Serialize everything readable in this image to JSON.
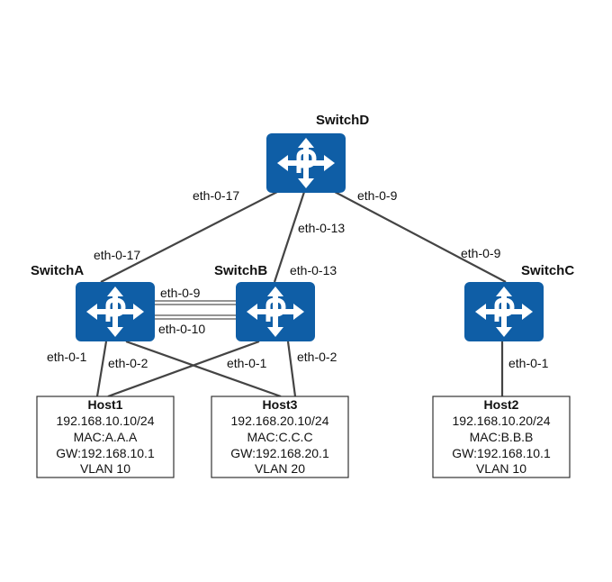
{
  "colors": {
    "switch_fill": "#0f5ea6",
    "switch_arrow": "#ffffff",
    "link": "#444444"
  },
  "switches": {
    "d": {
      "label": "SwitchD",
      "icon": "switch-router-icon"
    },
    "a": {
      "label": "SwitchA",
      "icon": "switch-router-icon"
    },
    "b": {
      "label": "SwitchB",
      "icon": "switch-router-icon"
    },
    "c": {
      "label": "SwitchC",
      "icon": "switch-router-icon"
    }
  },
  "ports": {
    "d_to_a": "eth-0-17",
    "a_to_d": "eth-0-17",
    "d_to_b": "eth-0-13",
    "b_to_d": "eth-0-13",
    "d_to_c": "eth-0-9",
    "c_to_d": "eth-0-9",
    "a_b_upper": "eth-0-9",
    "a_b_lower": "eth-0-10",
    "a_to_host1": "eth-0-1",
    "a_to_host3": "eth-0-2",
    "b_to_host1": "eth-0-1",
    "b_to_host3": "eth-0-2",
    "c_to_host2": "eth-0-1"
  },
  "hosts": {
    "host1": {
      "title": "Host1",
      "ip": "192.168.10.10/24",
      "mac": "MAC:A.A.A",
      "gw": "GW:192.168.10.1",
      "vlan": "VLAN 10"
    },
    "host3": {
      "title": "Host3",
      "ip": "192.168.20.10/24",
      "mac": "MAC:C.C.C",
      "gw": "GW:192.168.20.1",
      "vlan": "VLAN 20"
    },
    "host2": {
      "title": "Host2",
      "ip": "192.168.10.20/24",
      "mac": "MAC:B.B.B",
      "gw": "GW:192.168.10.1",
      "vlan": "VLAN 10"
    }
  }
}
